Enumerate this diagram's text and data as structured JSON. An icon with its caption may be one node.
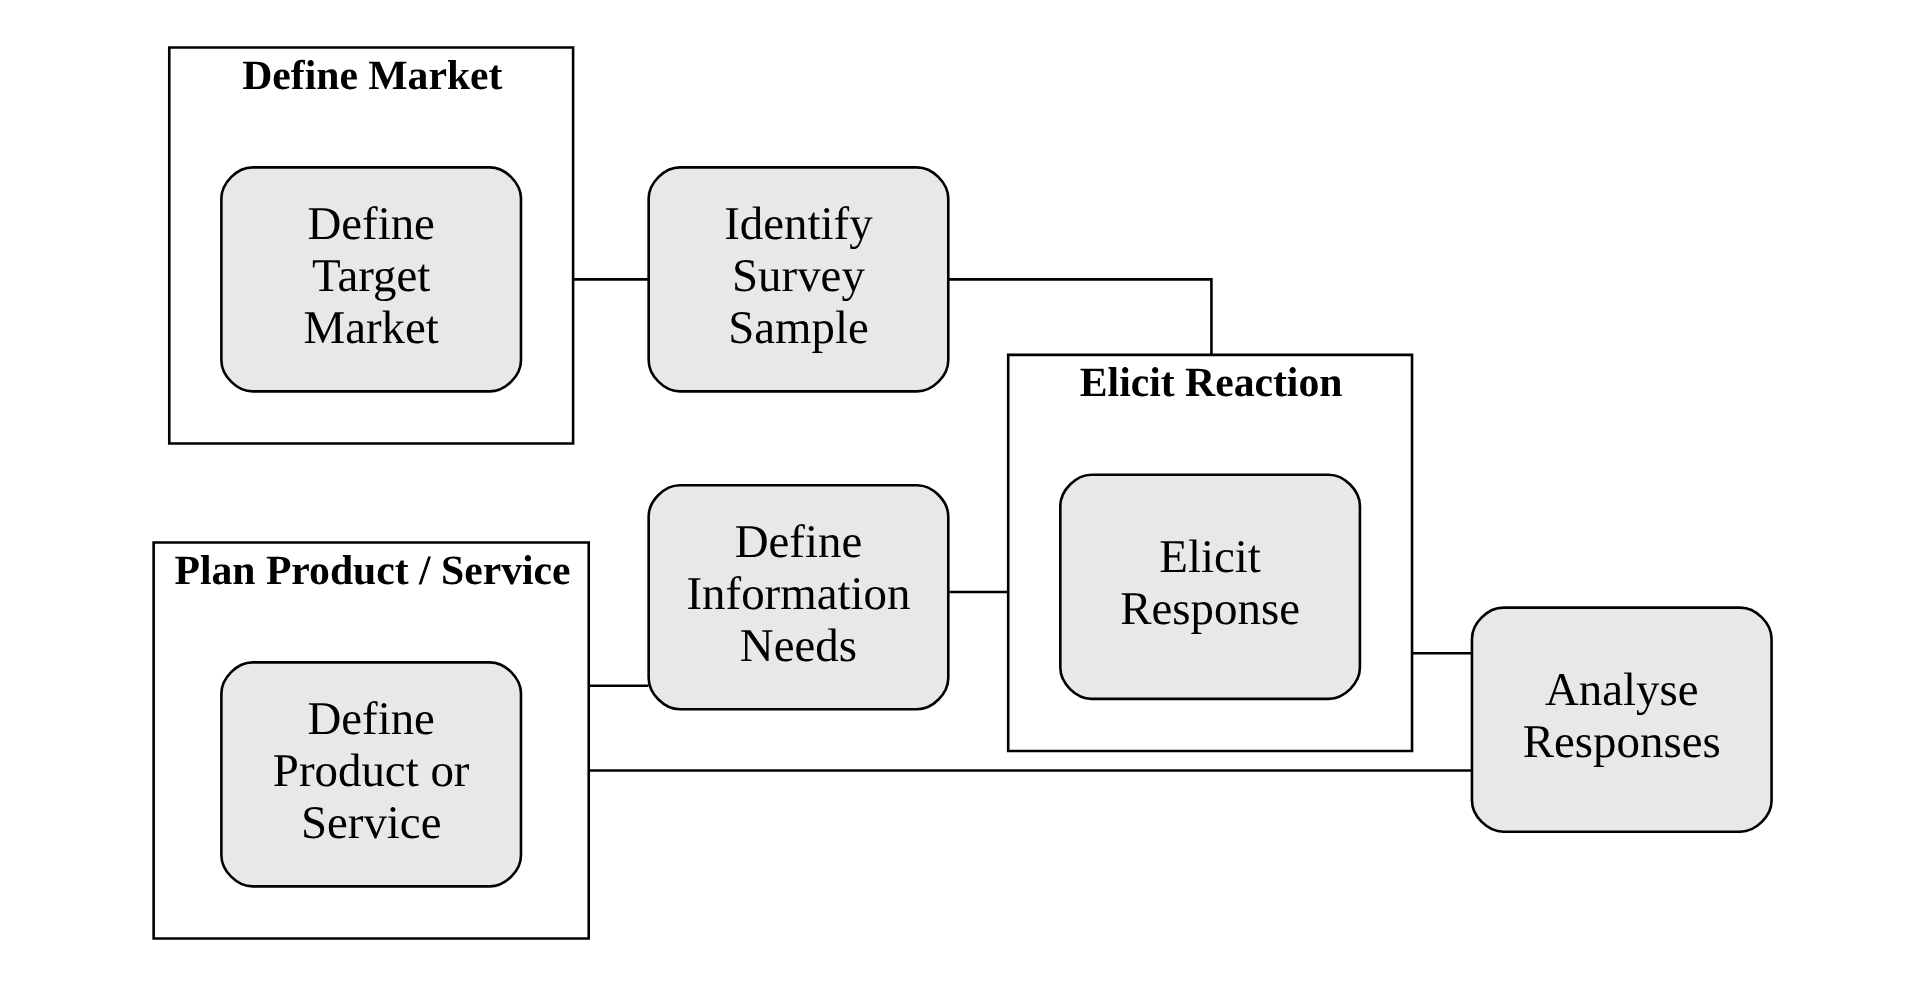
{
  "diagram": {
    "nodes": [
      {
        "text": [
          "Define Market"
        ]
      },
      {
        "text": [
          "Define Target Market"
        ],
        "in": 0
      },
      {
        "text": [
          "Identify Survey Sample"
        ]
      },
      {
        "text": [
          "Elicit Reaction"
        ]
      },
      {
        "text": [
          "Elicit Response"
        ],
        "in": 3
      },
      {
        "text": [
          "Define Information Needs"
        ]
      },
      {
        "text": [
          "Plan Product / Service"
        ]
      },
      {
        "text": [
          "Define Product or Service"
        ],
        "in": 6
      },
      {
        "text": [
          "Analyse Responses"
        ]
      }
    ],
    "edges": [
      {
        "from": 0,
        "to": 2,
        "arrow": "none"
      },
      {
        "from": 2,
        "to": 3,
        "arrow": "none"
      },
      {
        "from": 6,
        "to": 5,
        "arrow": "none"
      },
      {
        "from": 6,
        "to": 8,
        "arrow": "none"
      },
      {
        "from": 5,
        "to": 3,
        "arrow": "none"
      },
      {
        "from": 3,
        "to": 8,
        "arrow": "none"
      }
    ]
  }
}
